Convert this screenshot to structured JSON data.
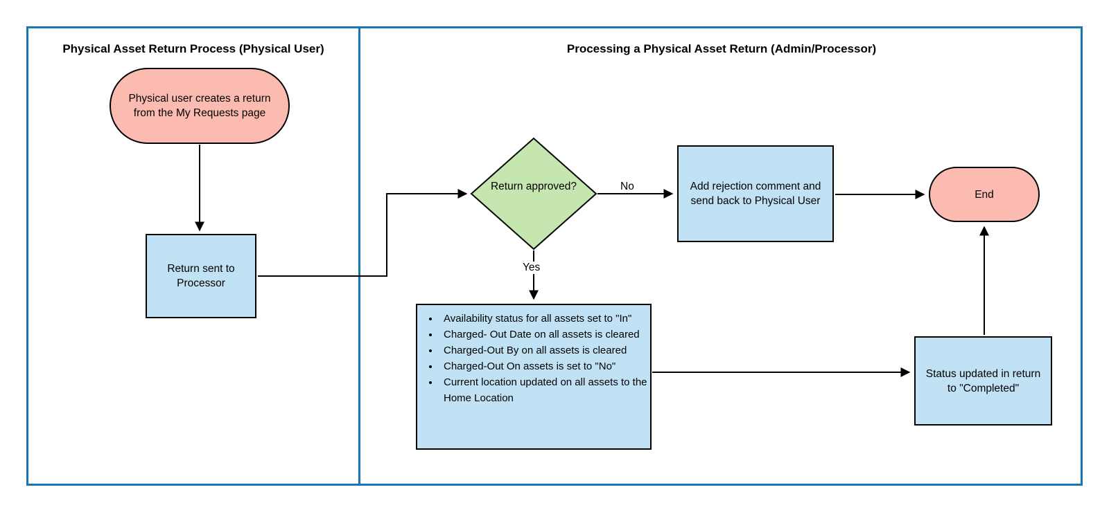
{
  "diagram": {
    "lanes": [
      {
        "title": "Physical Asset Return Process (Physical User)"
      },
      {
        "title": "Processing a Physical Asset Return (Admin/Processor)"
      }
    ],
    "nodes": {
      "start": {
        "label": "Physical user creates a return from the My Requests page",
        "shape": "terminator"
      },
      "return_sent": {
        "label": "Return sent to Processor",
        "shape": "process"
      },
      "decision": {
        "label": "Return approved?",
        "shape": "decision"
      },
      "rejection": {
        "label": "Add rejection comment and send back to Physical User",
        "shape": "process"
      },
      "actions": {
        "shape": "process",
        "items": [
          "Availability status for all assets set to \"In\"",
          "Charged- Out Date on all assets is cleared",
          "Charged-Out By on all assets is cleared",
          "Charged-Out On assets  is set to \"No\"",
          "Current location updated on all assets to the Home Location"
        ]
      },
      "status_updated": {
        "label": "Status updated in return to \"Completed\"",
        "shape": "process"
      },
      "end": {
        "label": "End",
        "shape": "terminator"
      }
    },
    "edge_labels": {
      "no": "No",
      "yes": "Yes"
    },
    "colors": {
      "frame": "#1777B4",
      "terminal_fill": "#FCBBB1",
      "process_fill": "#C1E2F5",
      "decision_fill": "#C5E6AF",
      "stroke": "#000000"
    }
  }
}
